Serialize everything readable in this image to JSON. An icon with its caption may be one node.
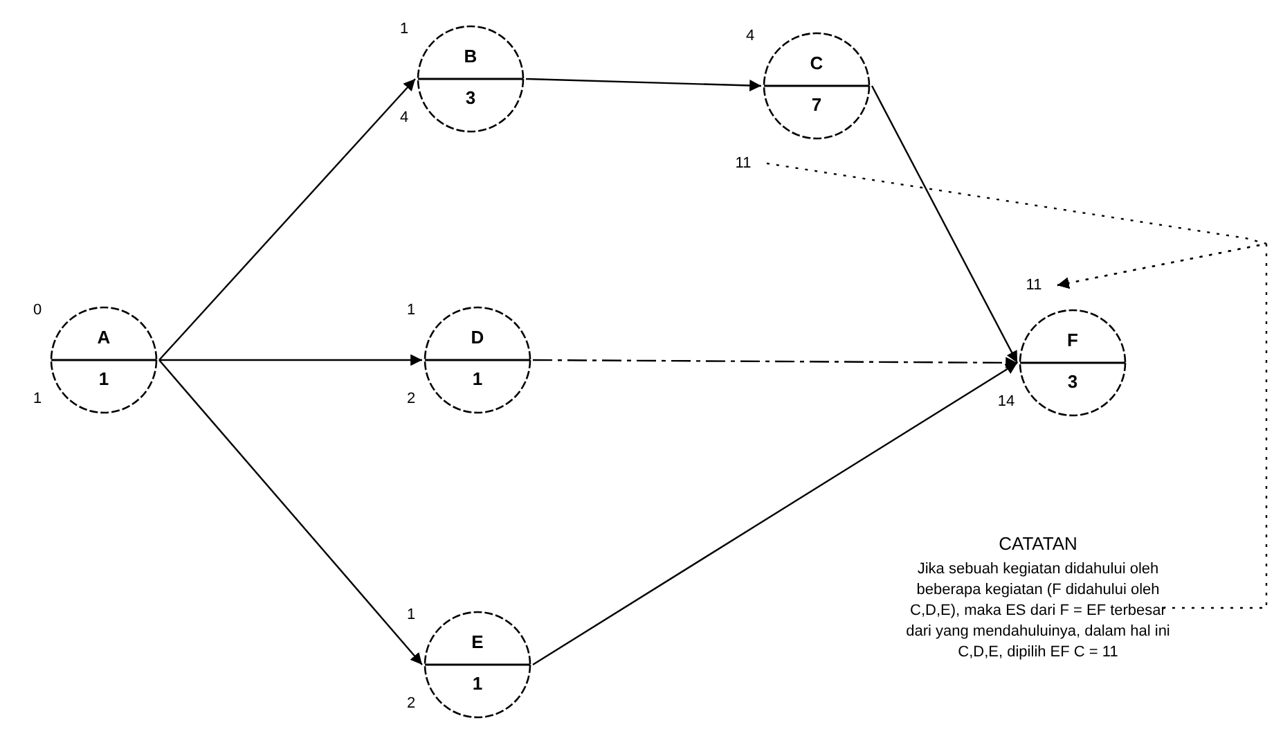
{
  "diagram": {
    "nodes": [
      {
        "text": [
          "A",
          "1"
        ],
        "beside": [
          "0",
          "1"
        ]
      },
      {
        "text": [
          "B",
          "3"
        ],
        "beside": [
          "1",
          "4"
        ]
      },
      {
        "text": [
          "C",
          "7"
        ],
        "beside": [
          "4"
        ]
      },
      {
        "text": [
          "11"
        ]
      },
      {
        "text": [
          "D",
          "1"
        ],
        "beside": [
          "1",
          "2"
        ]
      },
      {
        "text": [
          "11"
        ]
      },
      {
        "text": [
          "F",
          "3"
        ],
        "beside": [
          "14"
        ]
      },
      {
        "text": [
          "E",
          "1"
        ],
        "beside": [
          "1",
          "2"
        ]
      },
      {
        "text": [
          "CATATAN",
          "Jika sebuah kegiatan didahului oleh beberapa kegiatan (F didahului oleh C,D,E), maka ES dari F = EF terbesar dari yang mendahuluinya, dalam hal ini C,D,E, dipilih EF C = 11"
        ]
      }
    ],
    "edges": [
      {
        "from": 0,
        "to": 1,
        "arrow": "to"
      },
      {
        "from": 0,
        "to": 4,
        "arrow": "to"
      },
      {
        "from": 0,
        "to": 7,
        "arrow": "to"
      },
      {
        "from": 1,
        "to": 2,
        "arrow": "to"
      },
      {
        "from": 2,
        "to": 6,
        "arrow": "to"
      },
      {
        "from": 4,
        "to": 6,
        "arrow": "to",
        "style": "dashed"
      },
      {
        "from": 7,
        "to": 6,
        "arrow": "to"
      },
      {
        "from": 3,
        "to": 5,
        "arrow": "to",
        "style": "dashed"
      },
      {
        "from": 8,
        "to": 5,
        "arrow": "to",
        "style": "dashed"
      }
    ]
  }
}
